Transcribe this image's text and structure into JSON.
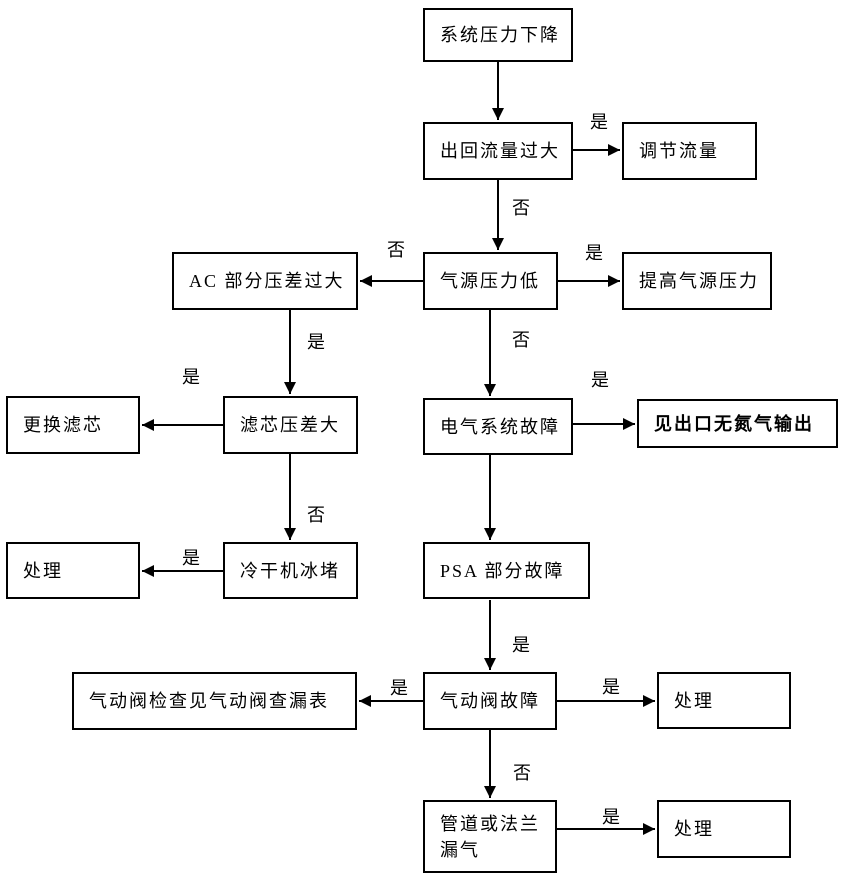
{
  "flowchart": {
    "nodes": {
      "start": "系统压力下降",
      "outflow": "出回流量过大",
      "adjust_flow": "调节流量",
      "gas_low": "气源压力低",
      "raise_pressure": "提高气源压力",
      "ac_diff": "AC 部分压差过大",
      "filter_diff": "滤芯压差大",
      "replace_filter": "更换滤芯",
      "electric_fault": "电气系统故障",
      "no_n2_output": "见出口无氮气输出",
      "handle_left": "处理",
      "dryer_ice": "冷干机冰堵",
      "psa_fault": "PSA 部分故障",
      "valve_check": "气动阀检查见气动阀查漏表",
      "valve_fault": "气动阀故障",
      "handle_mid": "处理",
      "pipe_leak": "管道或法兰\n漏气",
      "handle_bottom": "处理"
    },
    "labels": {
      "yes": "是",
      "no": "否"
    },
    "colors": {
      "background": "#ffffff",
      "border": "#000000",
      "text": "#000000",
      "arrow": "#000000"
    }
  }
}
